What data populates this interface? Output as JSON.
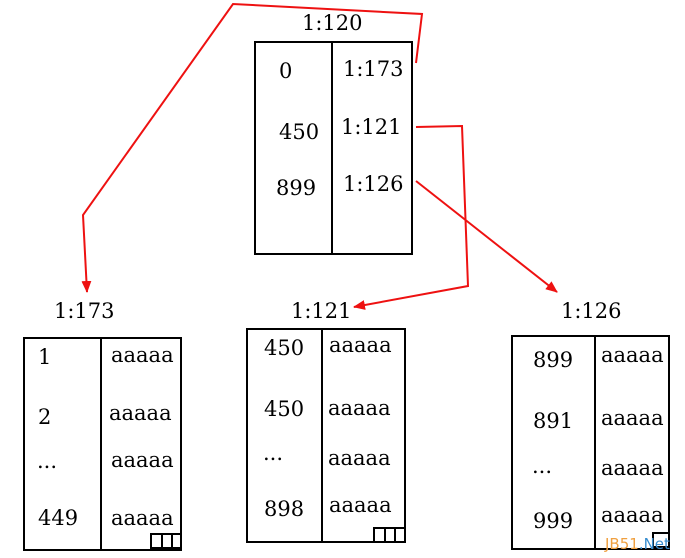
{
  "root": {
    "label": "1:120",
    "keys": [
      "0",
      "450",
      "899"
    ],
    "pointers": [
      "1:173",
      "1:121",
      "1:126"
    ]
  },
  "leaves": [
    {
      "label": "1:173",
      "keys": [
        "1",
        "2",
        "...",
        "449"
      ],
      "values": [
        "aaaaa",
        "aaaaa",
        "aaaaa",
        "aaaaa"
      ]
    },
    {
      "label": "1:121",
      "keys": [
        "450",
        "450",
        "...",
        "898"
      ],
      "values": [
        "aaaaa",
        "aaaaa",
        "aaaaa",
        "aaaaa"
      ]
    },
    {
      "label": "1:126",
      "keys": [
        "899",
        "891",
        "...",
        "999"
      ],
      "values": [
        "aaaaa",
        "aaaaa",
        "aaaaa",
        "aaaaa"
      ]
    }
  ],
  "watermark": {
    "part1": "JB51",
    "part2": ".Net"
  },
  "colors": {
    "arrow": "#ee1111",
    "watermark1": "#f0a040",
    "watermark2": "#3a8fd0"
  }
}
